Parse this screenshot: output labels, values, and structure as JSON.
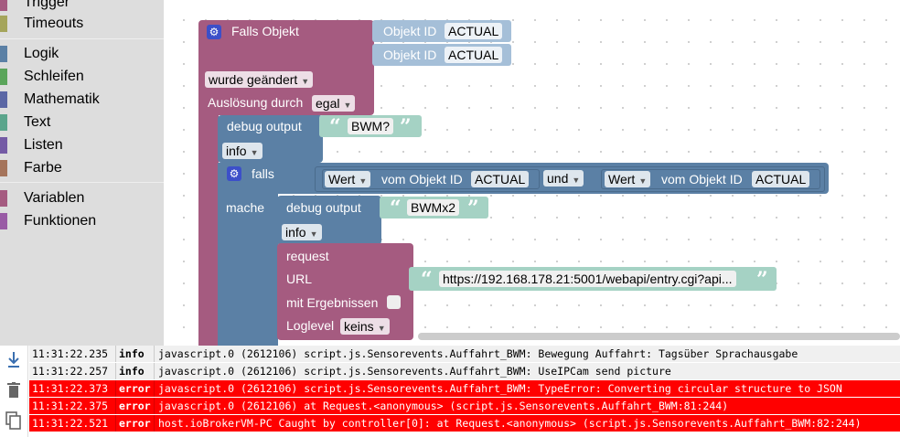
{
  "toolbox": {
    "categories": [
      {
        "label": "Trigger",
        "color": "#a55b80"
      },
      {
        "label": "Timeouts",
        "color": "#a5a55b"
      },
      {
        "label": "Logik",
        "color": "#5b80a5"
      },
      {
        "label": "Schleifen",
        "color": "#5ba55b"
      },
      {
        "label": "Mathematik",
        "color": "#5b67a5"
      },
      {
        "label": "Text",
        "color": "#5ba58c"
      },
      {
        "label": "Listen",
        "color": "#745ba5"
      },
      {
        "label": "Farbe",
        "color": "#a5745b"
      },
      {
        "label": "Variablen",
        "color": "#a55b80"
      },
      {
        "label": "Funktionen",
        "color": "#995ba5"
      }
    ]
  },
  "blocks": {
    "trigger_title": "Falls Objekt",
    "objekt_id_label": "Objekt ID",
    "objekt_id_1": "ACTUAL",
    "objekt_id_2": "ACTUAL",
    "wurde_geaendert": "wurde geändert",
    "ausloesung_label": "Auslösung durch",
    "ausloesung_value": "egal",
    "debug1_label": "debug output",
    "debug1_text": "BWM?",
    "debug1_level": "info",
    "falls_label": "falls",
    "mache_label": "mache",
    "wert1_label": "Wert",
    "vom_objekt_id_1": "vom Objekt ID",
    "cmp_id_1": "ACTUAL",
    "und_label": "und",
    "wert2_label": "Wert",
    "vom_objekt_id_2": "vom Objekt ID",
    "cmp_id_2": "ACTUAL",
    "debug2_label": "debug output",
    "debug2_text": "BWMx2",
    "debug2_level": "info",
    "request_label": "request",
    "url_label": "URL",
    "url_value": "https://192.168.178.21:5001/webapi/entry.cgi?api...",
    "mit_ergebnissen_label": "mit Ergebnissen",
    "loglevel_label": "Loglevel",
    "loglevel_value": "keins"
  },
  "log": {
    "rows": [
      {
        "time": "11:31:22.235",
        "level": "info",
        "message": "javascript.0 (2612106) script.js.Sensorevents.Auffahrt_BWM: Bewegung Auffahrt: Tagsüber Sprachausgabe"
      },
      {
        "time": "11:31:22.257",
        "level": "info",
        "message": "javascript.0 (2612106) script.js.Sensorevents.Auffahrt_BWM: UseIPCam send picture"
      },
      {
        "time": "11:31:22.373",
        "level": "error",
        "message": "javascript.0 (2612106) script.js.Sensorevents.Auffahrt_BWM: TypeError: Converting circular structure to JSON"
      },
      {
        "time": "11:31:22.375",
        "level": "error",
        "message": "javascript.0 (2612106) at Request.<anonymous> (script.js.Sensorevents.Auffahrt_BWM:81:244)"
      },
      {
        "time": "11:31:22.521",
        "level": "error",
        "message": "host.ioBrokerVM-PC Caught by controller[0]: at Request.<anonymous> (script.js.Sensorevents.Auffahrt_BWM:82:244)"
      }
    ],
    "tools": [
      "download-icon",
      "trash-icon",
      "copy-icon"
    ]
  }
}
